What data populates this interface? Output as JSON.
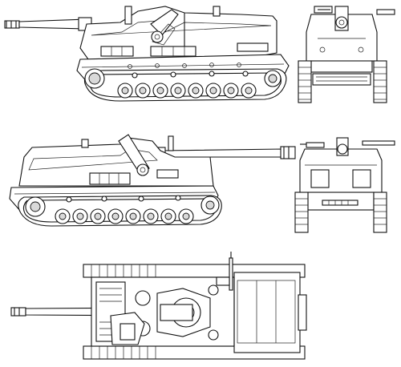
{
  "drawing": {
    "views": [
      {
        "name": "left-side-view"
      },
      {
        "name": "front-view"
      },
      {
        "name": "right-side-view"
      },
      {
        "name": "rear-view"
      },
      {
        "name": "top-view"
      }
    ],
    "line_color": "#111111",
    "background": "#ffffff"
  }
}
